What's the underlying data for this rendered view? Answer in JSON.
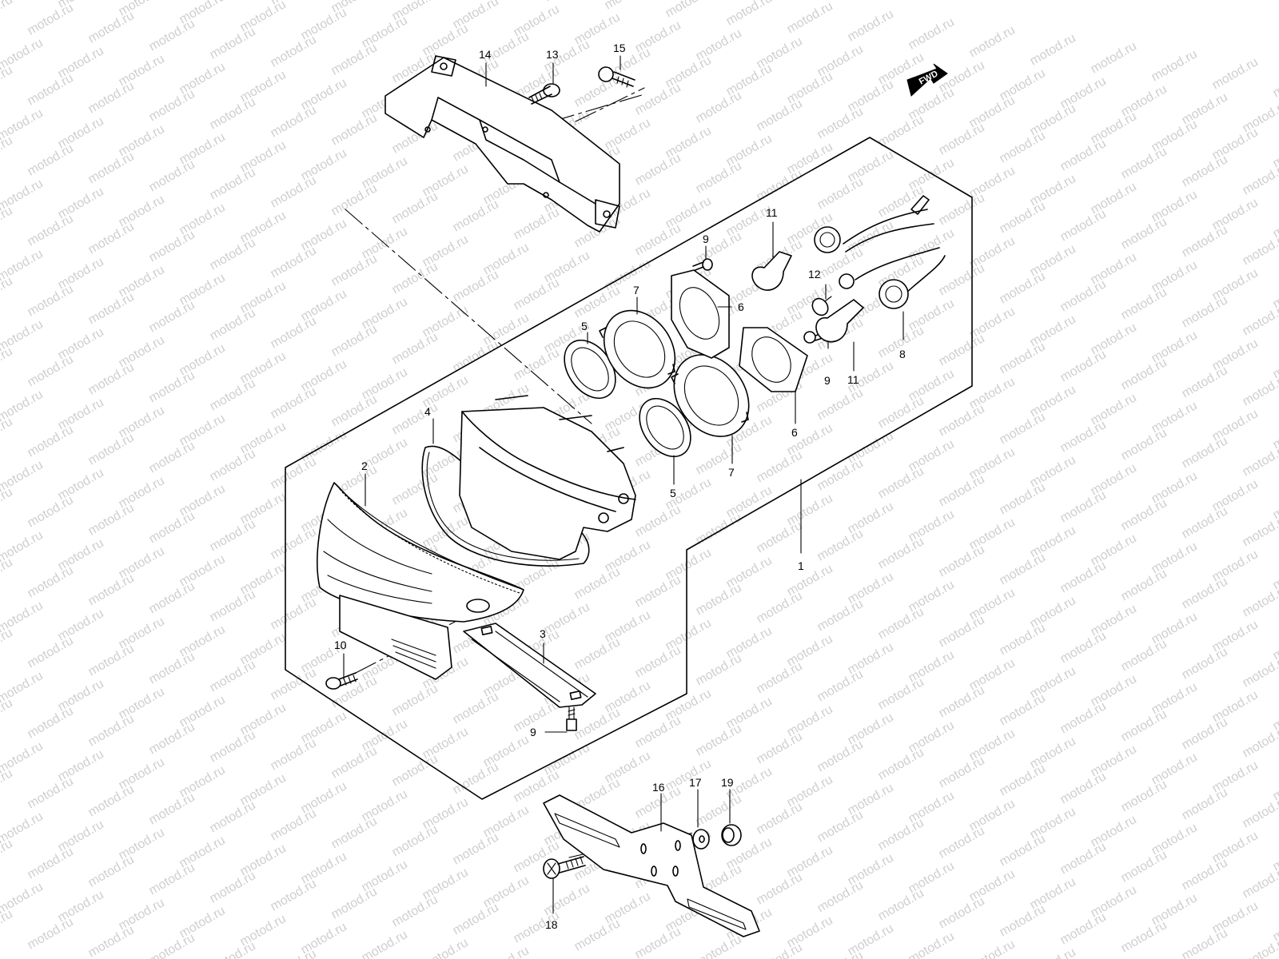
{
  "watermark": "motod.ru",
  "fwd_label": "FWD",
  "callouts": {
    "c1": "1",
    "c2": "2",
    "c3": "3",
    "c4": "4",
    "c5a": "5",
    "c5b": "5",
    "c6a": "6",
    "c6b": "6",
    "c7a": "7",
    "c7b": "7",
    "c8": "8",
    "c9a": "9",
    "c9b": "9",
    "c9c": "9",
    "c10": "10",
    "c11a": "11",
    "c11b": "11",
    "c12": "12",
    "c13": "13",
    "c14": "14",
    "c15": "15",
    "c16": "16",
    "c17": "17",
    "c18": "18",
    "c19": "19"
  },
  "colors": {
    "line": "#000000",
    "watermark": "#cfcfcf",
    "background": "#ffffff"
  }
}
